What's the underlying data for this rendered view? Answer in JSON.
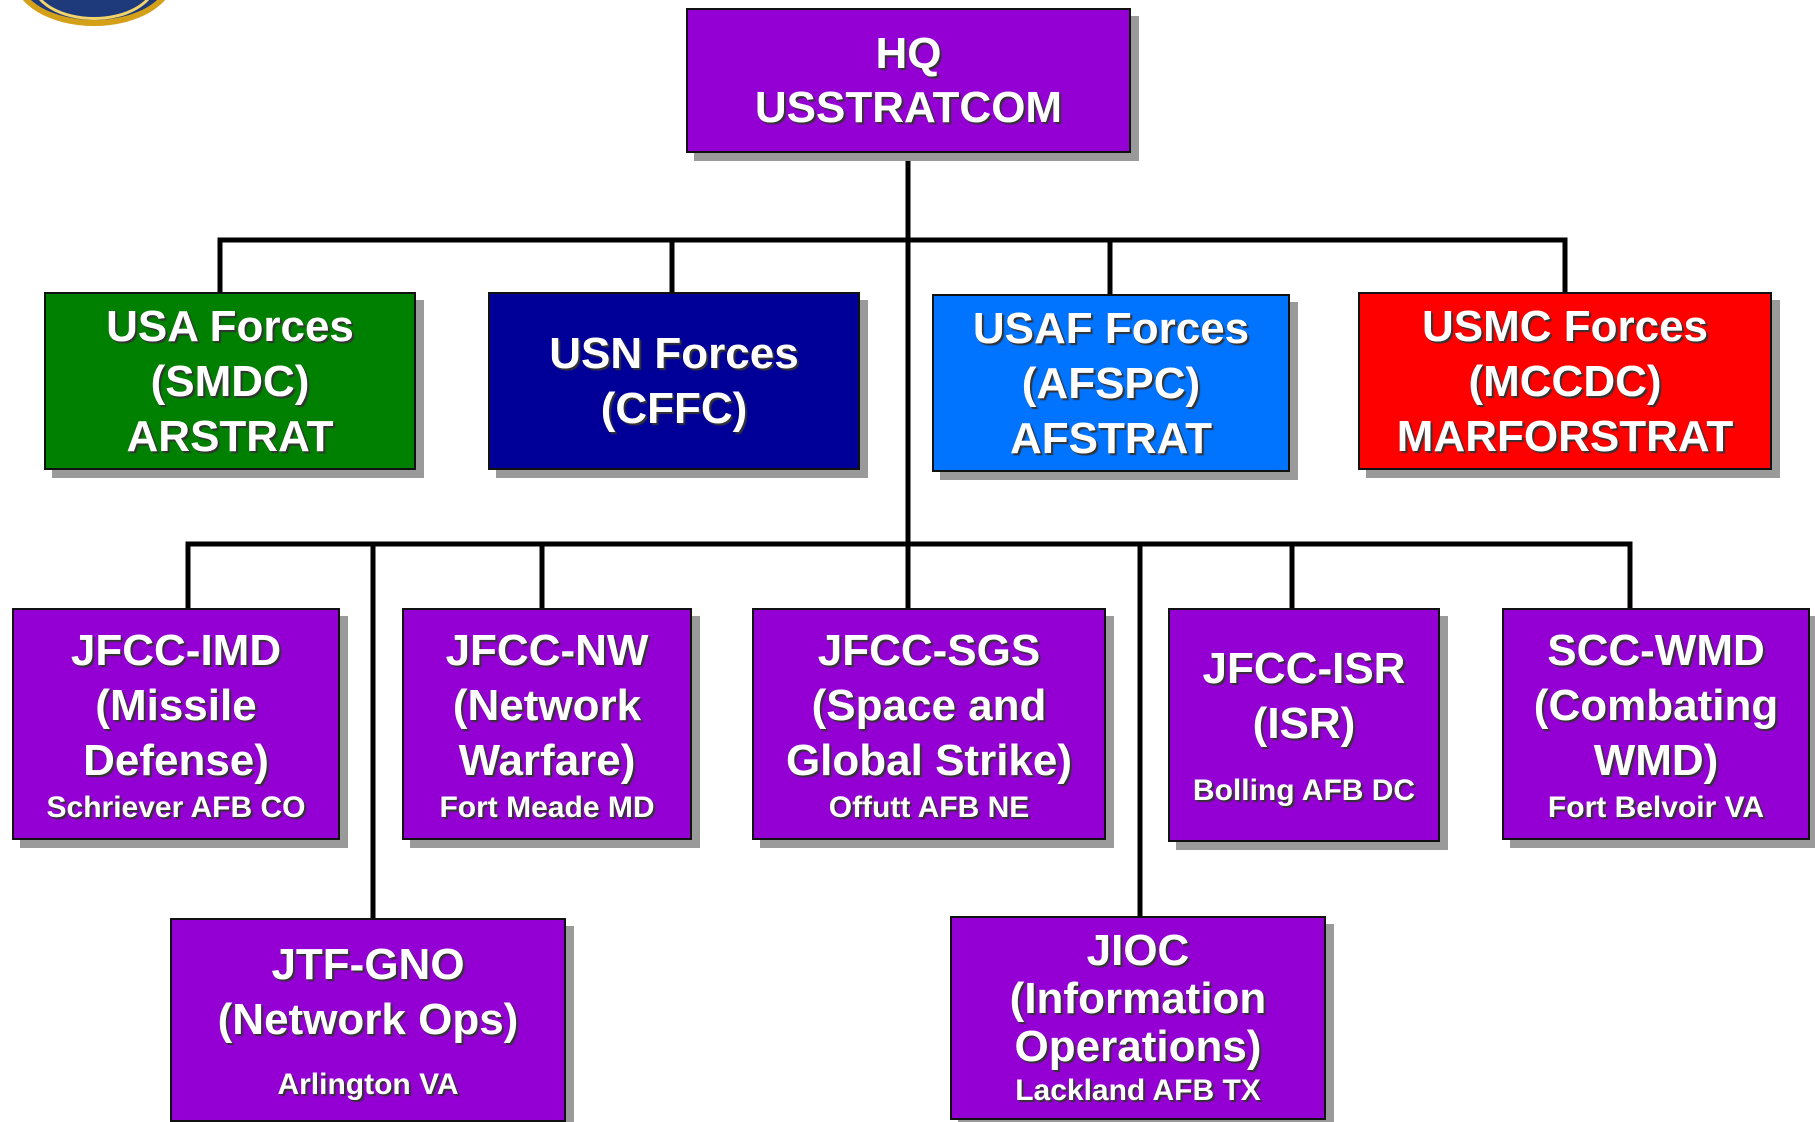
{
  "hq": {
    "line1": "HQ",
    "line2": "USSTRATCOM"
  },
  "components": [
    {
      "lines": [
        "USA Forces",
        "(SMDC)",
        "ARSTRAT"
      ],
      "color": "#008000"
    },
    {
      "lines": [
        "USN Forces",
        "(CFFC)"
      ],
      "color": "#000099"
    },
    {
      "lines": [
        "USAF Forces",
        "(AFSPC)",
        "AFSTRAT"
      ],
      "color": "#0073ff"
    },
    {
      "lines": [
        "USMC Forces",
        "(MCCDC)",
        "MARFORSTRAT"
      ],
      "color": "#ff0000"
    }
  ],
  "jfccs": [
    {
      "lines": [
        "JFCC-IMD",
        "(Missile",
        "Defense)"
      ],
      "location": "Schriever AFB CO"
    },
    {
      "lines": [
        "JFCC-NW",
        "(Network",
        "Warfare)"
      ],
      "location": "Fort Meade MD"
    },
    {
      "lines": [
        "JFCC-SGS",
        "(Space and",
        "Global Strike)"
      ],
      "location": "Offutt AFB NE"
    },
    {
      "lines": [
        "JFCC-ISR",
        "(ISR)"
      ],
      "location": "Bolling AFB DC"
    },
    {
      "lines": [
        "SCC-WMD",
        "(Combating",
        "WMD)"
      ],
      "location": "Fort Belvoir VA"
    }
  ],
  "supporting": [
    {
      "lines": [
        "JTF-GNO",
        "(Network Ops)"
      ],
      "location": "Arlington VA"
    },
    {
      "lines": [
        "JIOC",
        "(Information",
        "Operations)"
      ],
      "location": "Lackland AFB TX"
    }
  ],
  "colors": {
    "line": "#000000",
    "purple": "#9400d3",
    "shadow": "#9a9a9a"
  }
}
